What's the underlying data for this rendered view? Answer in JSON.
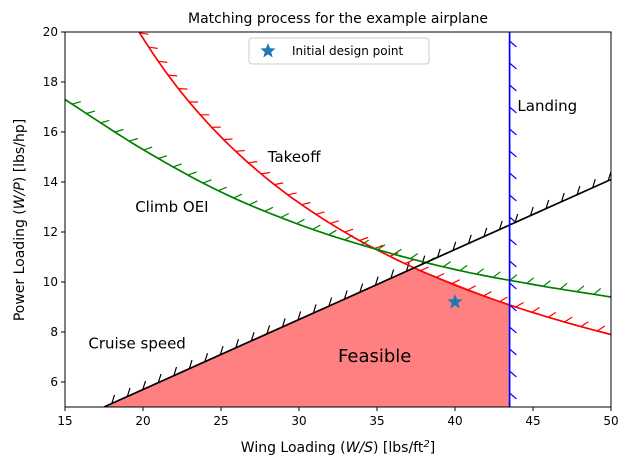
{
  "chart_data": {
    "type": "line",
    "title": "Matching process for the example airplane",
    "xlabel_prefix": "Wing Loading (",
    "xlabel_var": "W/S",
    "xlabel_suffix": ") [lbs/ft",
    "xlabel_sup": "2",
    "xlabel_end": "]",
    "ylabel_prefix": "Power Loading (",
    "ylabel_var": "W/P",
    "ylabel_suffix": ") [lbs/hp]",
    "xlim": [
      15,
      50
    ],
    "ylim": [
      5,
      20
    ],
    "xticks": [
      "15",
      "20",
      "25",
      "30",
      "35",
      "40",
      "45",
      "50"
    ],
    "yticks": [
      "6",
      "8",
      "10",
      "12",
      "14",
      "16",
      "18",
      "20"
    ],
    "grid": false,
    "legend_placement": "upper-center",
    "series": [
      {
        "name": "Takeoff",
        "color": "#ff0000",
        "kind": "inverse",
        "k": 395,
        "x_start": 19.5,
        "x_end": 50
      },
      {
        "name": "Climb OEI",
        "color": "#008000",
        "kind": "points",
        "x": [
          15,
          20,
          25,
          30,
          35,
          40,
          45,
          50
        ],
        "y": [
          17.3,
          15.3,
          13.6,
          12.3,
          11.3,
          10.5,
          9.9,
          9.4
        ]
      },
      {
        "name": "Cruise speed",
        "color": "#000000",
        "kind": "line",
        "x": [
          17.5,
          50
        ],
        "y": [
          5.0,
          14.1
        ]
      },
      {
        "name": "Landing",
        "color": "#0000ff",
        "kind": "vertical",
        "x": 43.5
      }
    ],
    "annotations": [
      {
        "text": "Takeoff",
        "x": 28.0,
        "y": 14.8,
        "size": "normal"
      },
      {
        "text": "Climb OEI",
        "x": 19.5,
        "y": 12.8,
        "size": "normal"
      },
      {
        "text": "Cruise speed",
        "x": 16.5,
        "y": 7.35,
        "size": "normal"
      },
      {
        "text": "Landing",
        "x": 44.0,
        "y": 16.85,
        "size": "normal"
      },
      {
        "text": "Feasible",
        "x": 32.5,
        "y": 6.8,
        "size": "big"
      }
    ],
    "feasible_region": {
      "color": "#ff8080",
      "vertices": [
        [
          17.5,
          5.0
        ],
        [
          37.4,
          10.57
        ],
        [
          43.5,
          9.08
        ],
        [
          43.5,
          5.0
        ]
      ]
    },
    "design_point": {
      "label": "Initial design point",
      "x": 40.0,
      "y": 9.2,
      "color": "#1f77b4"
    }
  }
}
